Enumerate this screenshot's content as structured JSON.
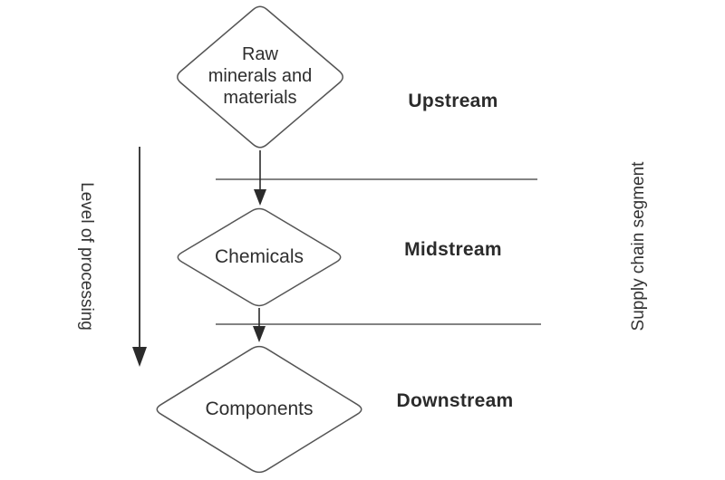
{
  "diagram": {
    "nodes": [
      {
        "id": "raw-minerals",
        "label": "Raw minerals and materials",
        "lines": [
          "Raw",
          "minerals and",
          "materials"
        ]
      },
      {
        "id": "chemicals",
        "label": "Chemicals"
      },
      {
        "id": "components",
        "label": "Components"
      }
    ],
    "segments": [
      {
        "label": "Upstream"
      },
      {
        "label": "Midstream"
      },
      {
        "label": "Downstream"
      }
    ],
    "axis_left": {
      "label": "Level of processing"
    },
    "axis_right": {
      "label": "Supply chain segment"
    },
    "colors": {
      "shape_stroke": "#555555",
      "arrow": "#2b2b2b",
      "text": "#2e2e2e",
      "background": "#ffffff"
    }
  }
}
